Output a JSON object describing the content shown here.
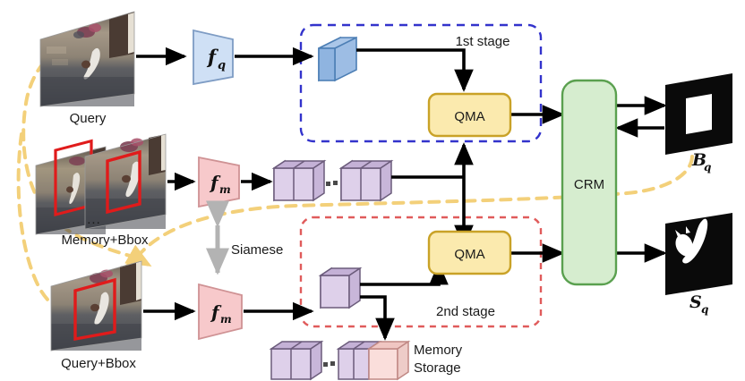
{
  "figure": {
    "type": "architecture-diagram",
    "background": "#ffffff"
  },
  "inputs": [
    {
      "id": "query",
      "label": "Query",
      "has_bbox": false,
      "stacked": false
    },
    {
      "id": "memory_bbox",
      "label": "Memory+Bbox",
      "has_bbox": true,
      "stacked": true,
      "ellipsis": "..."
    },
    {
      "id": "query_bbox",
      "label": "Query+Bbox",
      "has_bbox": true,
      "stacked": false
    }
  ],
  "encoders": [
    {
      "id": "fq",
      "label": "f",
      "sub": "q",
      "color": "#cfe0f5",
      "stroke": "#6f93c4"
    },
    {
      "id": "fm_top",
      "label": "f",
      "sub": "m",
      "color": "#f7c9cb",
      "stroke": "#cf9294"
    },
    {
      "id": "fm_bot",
      "label": "f",
      "sub": "m",
      "color": "#f7c9cb",
      "stroke": "#cf9294"
    }
  ],
  "siamese": {
    "label": "Siamese",
    "arrow_color": "#b3b3b3"
  },
  "stages": [
    {
      "id": "stage1",
      "label": "1st stage",
      "color": "#3333cc",
      "style": "dashed"
    },
    {
      "id": "stage2",
      "label": "2nd stage",
      "color": "#e05b5b",
      "style": "dashed"
    }
  ],
  "modules": [
    {
      "id": "qma_top",
      "label": "QMA",
      "fill": "#fbeaae",
      "stroke": "#c9a227"
    },
    {
      "id": "qma_bot",
      "label": "QMA",
      "fill": "#fbeaae",
      "stroke": "#c9a227"
    },
    {
      "id": "crm",
      "label": "CRM",
      "fill": "#d6edcf",
      "stroke": "#5aa04f"
    }
  ],
  "features": {
    "query_cube": {
      "color": "#8ab4e0",
      "stroke": "#4d7fb5",
      "count": 1
    },
    "memory_cubes": {
      "color": "#ded0ea",
      "stroke": "#6b5b7b",
      "count": 2,
      "ellipsis": "▪▪"
    },
    "query_cube_2": {
      "color": "#ded0ea",
      "stroke": "#6b5b7b",
      "count": 1
    },
    "storage_cubes": {
      "color": "#ded0ea",
      "stroke": "#6b5b7b",
      "new_color": "#f6cdc9",
      "new_stroke": "#c08884",
      "ellipsis": "▪▪"
    }
  },
  "memory_storage": {
    "label_line1": "Memory",
    "label_line2": "Storage"
  },
  "outputs": [
    {
      "id": "bq",
      "label": "B",
      "sub": "q",
      "kind": "bbox-mask"
    },
    {
      "id": "sq",
      "label": "S",
      "sub": "q",
      "kind": "segmentation-mask"
    }
  ],
  "feedback": {
    "color": "#f5d58a",
    "style": "dashed",
    "from": "Bq",
    "to": "Query+Bbox"
  }
}
